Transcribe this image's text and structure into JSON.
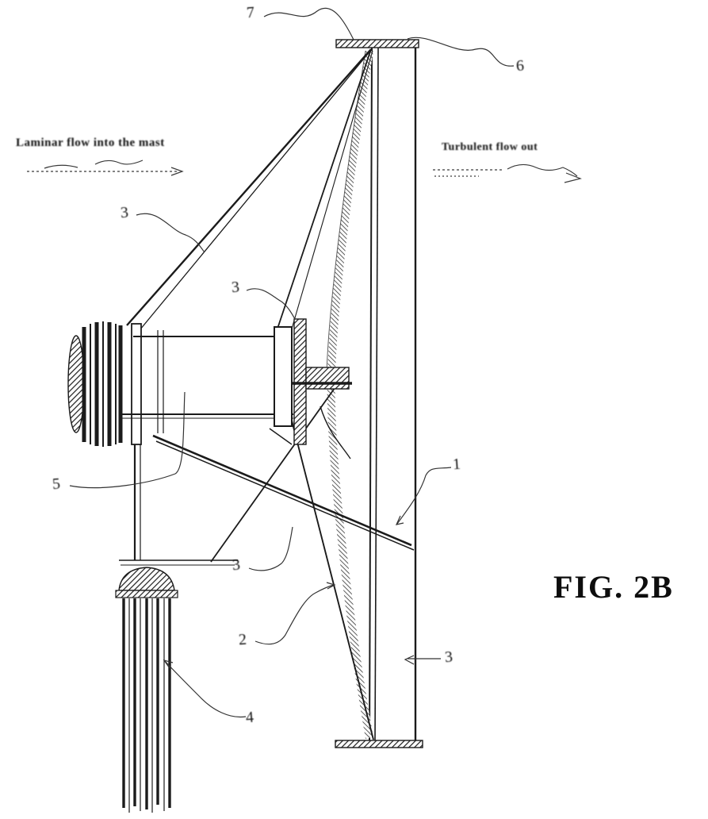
{
  "figure": {
    "title": "FIG. 2B",
    "flow_left_caption": "Laminar flow into the mast",
    "flow_right_caption": "Turbulent flow out",
    "labels": [
      {
        "id": "ref-7",
        "text": "7"
      },
      {
        "id": "ref-6",
        "text": "6"
      },
      {
        "id": "ref-3a",
        "text": "3"
      },
      {
        "id": "ref-3b",
        "text": "3"
      },
      {
        "id": "ref-5",
        "text": "5"
      },
      {
        "id": "ref-1",
        "text": "1"
      },
      {
        "id": "ref-3c",
        "text": "3"
      },
      {
        "id": "ref-2",
        "text": "2"
      },
      {
        "id": "ref-3d",
        "text": "3"
      },
      {
        "id": "ref-4",
        "text": "4"
      }
    ],
    "line_color": "#1b1b1b",
    "leader_color": "#333333"
  }
}
